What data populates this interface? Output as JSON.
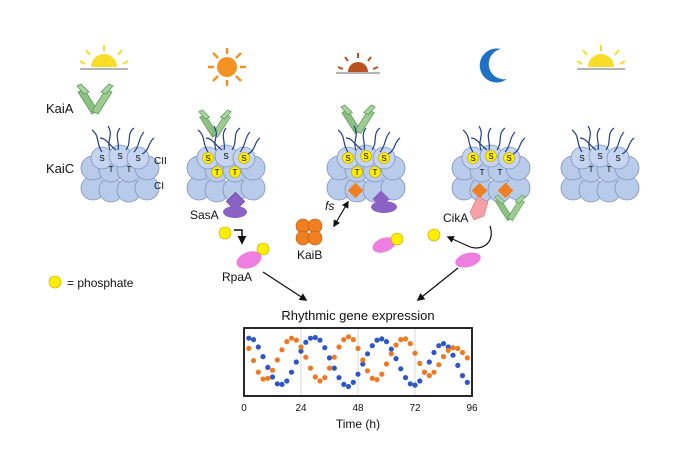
{
  "labels": {
    "kaia": "KaiA",
    "kaic": "KaiC",
    "cii": "CII",
    "ci": "CI",
    "sasa": "SasA",
    "rpaa": "RpaA",
    "kaib": "KaiB",
    "fs": "fs",
    "cika": "CikA",
    "phosphate_legend": "= phosphate"
  },
  "site_letters": {
    "s": "S",
    "t": "T"
  },
  "time_of_day_icons": [
    "sunrise-icon",
    "sun-icon",
    "sunset-icon",
    "moon-icon",
    "sunrise-icon"
  ],
  "colors": {
    "kaic": "#b9cbea",
    "kaia": "#8cc084",
    "phosphate": "#ffee00",
    "sasa": "#8a62c4",
    "rpaa": "#ee7fe0",
    "kaib": "#f07f1f",
    "cika": "#f4a0a6",
    "series_a": "#2f56c6",
    "series_b": "#f07820"
  },
  "chart_data": {
    "type": "scatter",
    "title": "Rhythmic gene expression",
    "xlabel": "Time (h)",
    "ylabel": "",
    "xlim": [
      0,
      96
    ],
    "ylim": [
      0,
      1
    ],
    "xticks": [
      0,
      24,
      48,
      72,
      96
    ],
    "grid": "vertical lines at 24, 48, 72",
    "series": [
      {
        "color": "#2f56c6",
        "points": [
          [
            2,
            0.85
          ],
          [
            4,
            0.83
          ],
          [
            6,
            0.72
          ],
          [
            8,
            0.58
          ],
          [
            10,
            0.42
          ],
          [
            12,
            0.28
          ],
          [
            14,
            0.18
          ],
          [
            16,
            0.17
          ],
          [
            18,
            0.22
          ],
          [
            20,
            0.35
          ],
          [
            22,
            0.5
          ],
          [
            24,
            0.66
          ],
          [
            26,
            0.79
          ],
          [
            28,
            0.85
          ],
          [
            30,
            0.86
          ],
          [
            32,
            0.82
          ],
          [
            34,
            0.71
          ],
          [
            36,
            0.56
          ],
          [
            38,
            0.41
          ],
          [
            40,
            0.27
          ],
          [
            42,
            0.17
          ],
          [
            44,
            0.14
          ],
          [
            46,
            0.2
          ],
          [
            48,
            0.32
          ],
          [
            50,
            0.47
          ],
          [
            52,
            0.62
          ],
          [
            54,
            0.74
          ],
          [
            56,
            0.82
          ],
          [
            58,
            0.84
          ],
          [
            60,
            0.8
          ],
          [
            62,
            0.69
          ],
          [
            64,
            0.55
          ],
          [
            66,
            0.4
          ],
          [
            68,
            0.27
          ],
          [
            70,
            0.18
          ],
          [
            72,
            0.16
          ],
          [
            74,
            0.22
          ],
          [
            76,
            0.35
          ],
          [
            78,
            0.5
          ],
          [
            80,
            0.64
          ],
          [
            82,
            0.74
          ],
          [
            84,
            0.77
          ],
          [
            86,
            0.72
          ],
          [
            88,
            0.6
          ],
          [
            90,
            0.45
          ],
          [
            92,
            0.3
          ],
          [
            94,
            0.2
          ]
        ]
      },
      {
        "color": "#f07820",
        "points": [
          [
            2,
            0.7
          ],
          [
            4,
            0.52
          ],
          [
            6,
            0.35
          ],
          [
            8,
            0.25
          ],
          [
            10,
            0.26
          ],
          [
            12,
            0.38
          ],
          [
            14,
            0.53
          ],
          [
            16,
            0.68
          ],
          [
            18,
            0.8
          ],
          [
            20,
            0.85
          ],
          [
            22,
            0.82
          ],
          [
            24,
            0.72
          ],
          [
            26,
            0.57
          ],
          [
            28,
            0.41
          ],
          [
            30,
            0.28
          ],
          [
            32,
            0.22
          ],
          [
            34,
            0.27
          ],
          [
            36,
            0.41
          ],
          [
            38,
            0.57
          ],
          [
            40,
            0.72
          ],
          [
            42,
            0.83
          ],
          [
            44,
            0.87
          ],
          [
            46,
            0.83
          ],
          [
            48,
            0.7
          ],
          [
            50,
            0.53
          ],
          [
            52,
            0.37
          ],
          [
            54,
            0.26
          ],
          [
            56,
            0.24
          ],
          [
            58,
            0.32
          ],
          [
            60,
            0.47
          ],
          [
            62,
            0.62
          ],
          [
            64,
            0.75
          ],
          [
            66,
            0.83
          ],
          [
            68,
            0.84
          ],
          [
            70,
            0.77
          ],
          [
            72,
            0.63
          ],
          [
            74,
            0.48
          ],
          [
            76,
            0.35
          ],
          [
            78,
            0.3
          ],
          [
            80,
            0.35
          ],
          [
            82,
            0.46
          ],
          [
            84,
            0.58
          ],
          [
            86,
            0.67
          ],
          [
            88,
            0.71
          ],
          [
            90,
            0.7
          ],
          [
            92,
            0.64
          ],
          [
            94,
            0.56
          ]
        ]
      }
    ]
  }
}
